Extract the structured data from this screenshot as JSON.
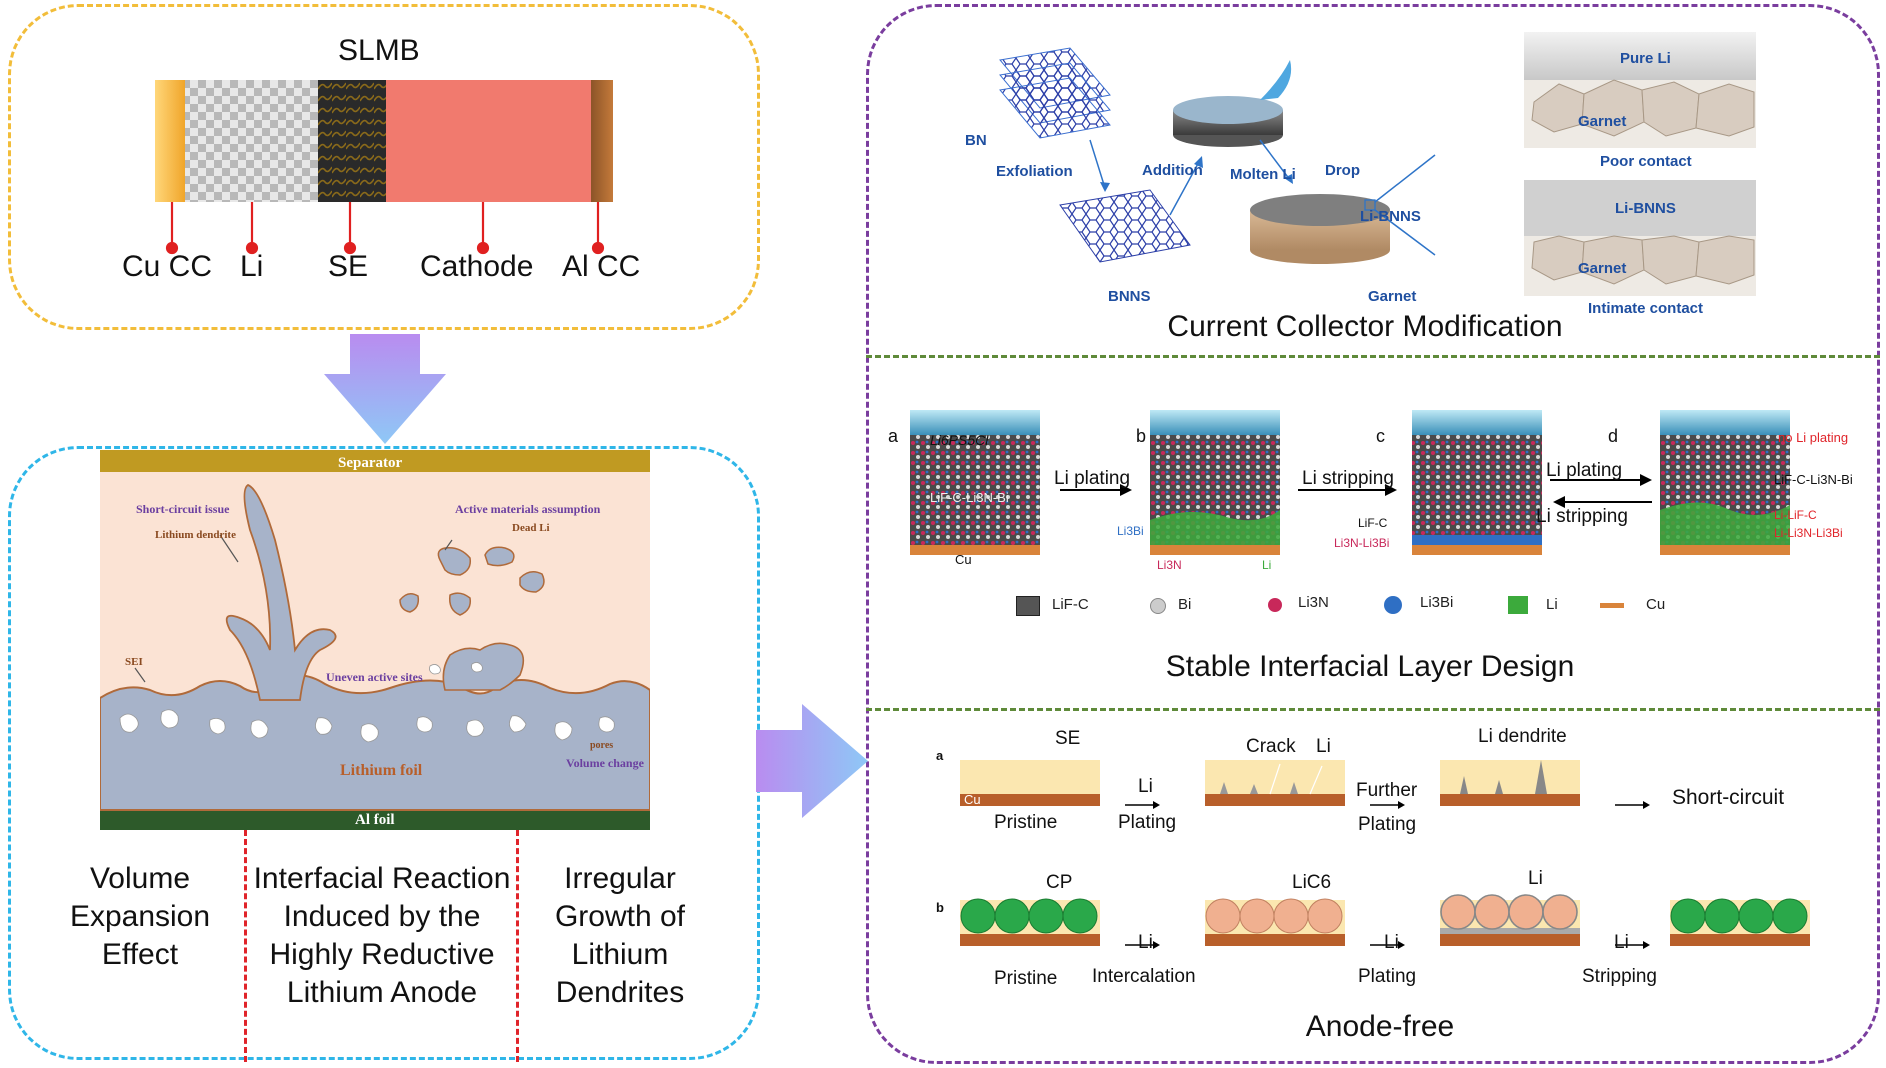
{
  "slmb": {
    "title": "SLMB",
    "labels": [
      "Cu CC",
      "Li",
      "SE",
      "Cathode",
      "Al CC"
    ]
  },
  "failure": {
    "separator": "Separator",
    "al_foil": "Al foil",
    "lithium_foil": "Lithium foil",
    "short_circuit": "Short-circuit issue",
    "lithium_dendrite": "Lithium dendrite",
    "active_materials": "Active materials assumption",
    "dead_li": "Dead Li",
    "sei": "SEI",
    "uneven": "Uneven active sites",
    "pores": "pores",
    "volume_change": "Volume change",
    "causes": [
      "Volume Expansion Effect",
      "Interfacial Reaction Induced by the Highly Reductive Lithium Anode",
      "Irregular Growth of Lithium Dendrites"
    ]
  },
  "ccm": {
    "title": "Current Collector Modification",
    "bn": "BN",
    "exfoliation": "Exfoliation",
    "bnns": "BNNS",
    "addition": "Addition",
    "molten_li": "Molten Li",
    "drop": "Drop",
    "li_bnns_disc": "Li-BNNS",
    "garnet_disc": "Garnet",
    "pure_li": "Pure Li",
    "garnet_top": "Garnet",
    "poor_contact": "Poor contact",
    "li_bnns": "Li-BNNS",
    "garnet_bottom": "Garnet",
    "intimate_contact": "Intimate contact"
  },
  "sil": {
    "title": "Stable Interfacial Layer Design",
    "panels": [
      "a",
      "b",
      "c",
      "d"
    ],
    "top_layer": "Li6PS5Cl",
    "layer_a": "LiF-C-Li3N-Bi",
    "cu": "Cu",
    "li_plating": "Li plating",
    "li_stripping": "Li stripping",
    "li_plating_2": "Li plating",
    "li_stripping_2": "Li stripping",
    "li3bi": "Li3Bi",
    "li3n": "Li3N",
    "li": "Li",
    "lif_c": "LiF-C",
    "li3n_li3bi": "Li3N-Li3Bi",
    "no_li_plating": "no Li plating",
    "lif_c_li3n_bi": "LiF-C-Li3N-Bi",
    "li_lif_c": "Li-LiF-C",
    "li_li3n_li3bi": "Li-Li3N-Li3Bi",
    "legend": [
      "LiF-C",
      "Bi",
      "Li3N",
      "Li3Bi",
      "Li",
      "Cu"
    ],
    "colors": {
      "lifc": "#555555",
      "bi": "#cccccc",
      "li3n": "#c8285a",
      "li3bi": "#2f6fc4",
      "li": "#3caa3c",
      "cu": "#d9843b",
      "top": "#4fb0d6"
    }
  },
  "af": {
    "title": "Anode-free",
    "row_a": "a",
    "row_b": "b",
    "se": "SE",
    "cu": "Cu",
    "pristine": "Pristine",
    "li_arrow": "Li",
    "plating": "Plating",
    "crack": "Crack",
    "li_small": "Li",
    "further": "Further",
    "plating2": "Plating",
    "li_dendrite": "Li dendrite",
    "short_circuit": "Short-circuit",
    "cp": "CP",
    "pristine_b": "Pristine",
    "li_b1": "Li",
    "intercalation": "Intercalation",
    "lic6": "LiC6",
    "li_b2": "Li",
    "plating_b": "Plating",
    "li_b3": "Li",
    "li_b4": "Li",
    "stripping": "Stripping"
  }
}
